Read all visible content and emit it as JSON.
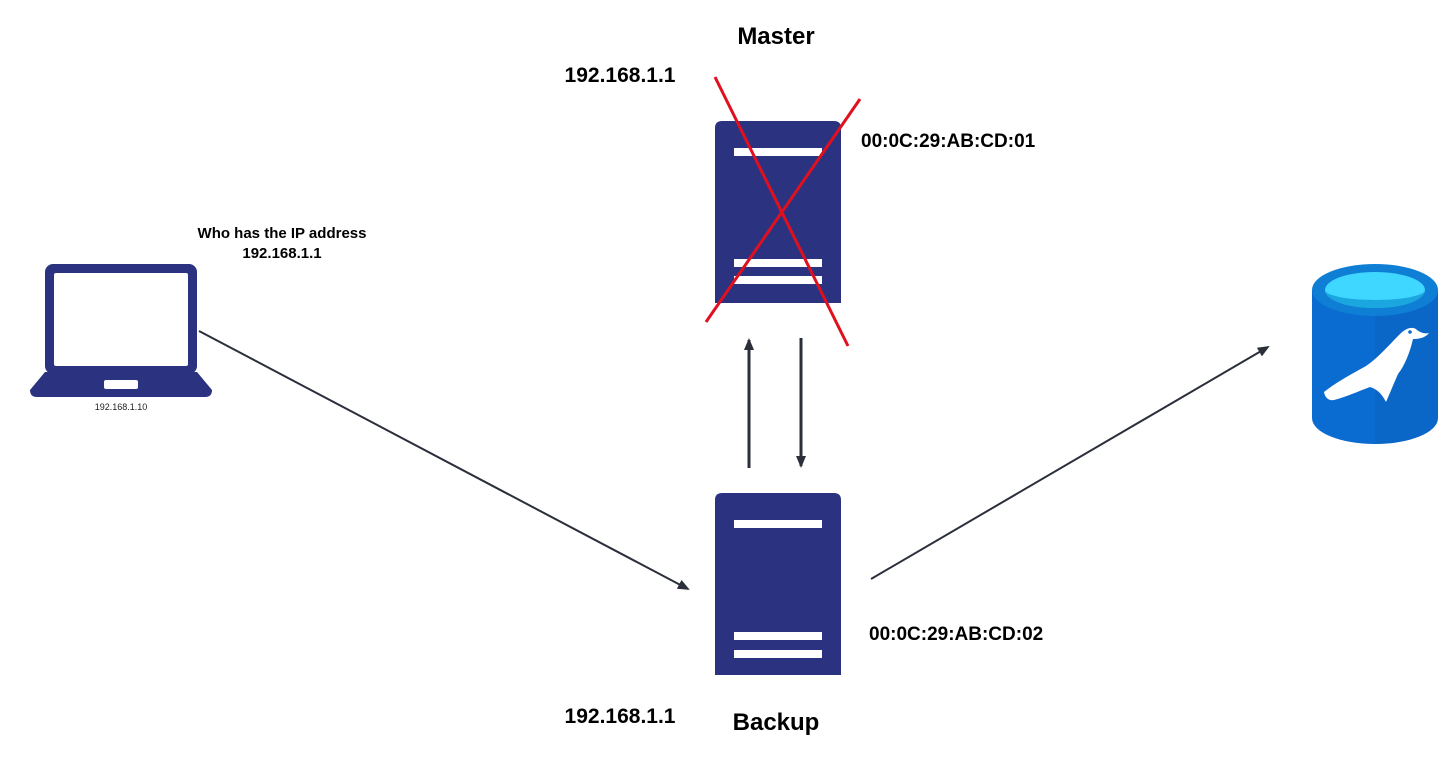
{
  "master": {
    "title": "Master",
    "ip": "192.168.1.1",
    "mac": "00:0C:29:AB:CD:01",
    "status": "failed"
  },
  "backup": {
    "title": "Backup",
    "ip": "192.168.1.1",
    "mac": "00:0C:29:AB:CD:02"
  },
  "client": {
    "question_line1": "Who has the IP address",
    "question_line2": "192.168.1.1",
    "ip": "192.168.1.10"
  },
  "database": {
    "icon": "mariadb-seal-database-icon"
  },
  "colors": {
    "server": "#2b3280",
    "server_stripe": "#ffffff",
    "laptop": "#2b3280",
    "arrow": "#2a2f3a",
    "failure_cross": "#e0101e",
    "db_body": "#0a6bd0",
    "db_top": "#3fd6ff",
    "db_top_rim": "#0f7fd6"
  }
}
